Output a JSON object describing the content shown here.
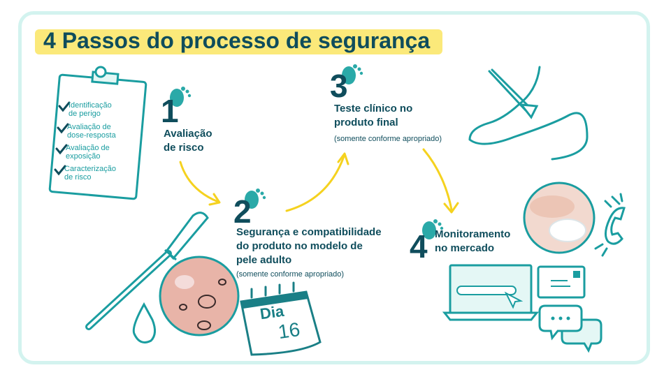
{
  "title": "4 Passos do processo de segurança",
  "steps": [
    {
      "number": "1",
      "label_lines": [
        "Avaliação",
        "de risco"
      ],
      "note": ""
    },
    {
      "number": "2",
      "label_lines": [
        "Segurança e compatibilidade",
        "do produto no modelo de",
        "pele adulto"
      ],
      "note": "(somente conforme apropriado)"
    },
    {
      "number": "3",
      "label_lines": [
        "Teste clínico no",
        "produto final"
      ],
      "note": "(somente conforme apropriado)"
    },
    {
      "number": "4",
      "label_lines": [
        "Monitoramento",
        "no mercado"
      ],
      "note": ""
    }
  ],
  "clipboard": {
    "items": [
      {
        "line1": "Identificação",
        "line2": "de perigo"
      },
      {
        "line1": "Avaliação de",
        "line2": "dose-resposta"
      },
      {
        "line1": "Avaliação de",
        "line2": "exposição"
      },
      {
        "line1": "Caracterização",
        "line2": "de risco"
      }
    ]
  },
  "calendar": {
    "label": "Dia",
    "number": "16"
  },
  "colors": {
    "teal": "#1a9da0",
    "navy": "#0f4d5c",
    "yellow": "#f5d21f",
    "highlight": "#fbe97a",
    "frame": "#d3f3ef",
    "skin": "#e8b4a8"
  },
  "icons": [
    "clipboard-icon",
    "footprint-icon",
    "arrow-icon",
    "dropper-icon",
    "drop-icon",
    "skin-sample-icon",
    "calendar-icon",
    "clinical-test-icon",
    "baby-photo-icon",
    "phone-icon",
    "laptop-icon",
    "envelope-icon",
    "chat-bubble-icon"
  ]
}
